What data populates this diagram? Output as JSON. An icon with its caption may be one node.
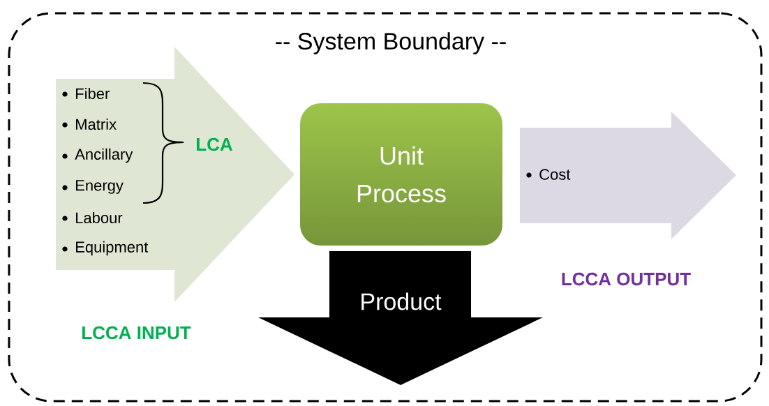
{
  "diagram": {
    "nodes": [
      {
        "text": [
          "-- System Boundary --"
        ]
      },
      {
        "text": [
          "Fiber",
          "Matrix",
          "Ancillary",
          "Energy",
          "Labour",
          "Equipment",
          "LCA"
        ],
        "in": 0
      },
      {
        "text": [
          "Unit Process"
        ],
        "in": 0
      },
      {
        "text": [
          "Cost"
        ],
        "in": 0
      },
      {
        "text": [
          "Product"
        ],
        "in": 0
      }
    ],
    "labels": [
      "LCCA INPUT",
      "LCCA OUTPUT"
    ]
  }
}
